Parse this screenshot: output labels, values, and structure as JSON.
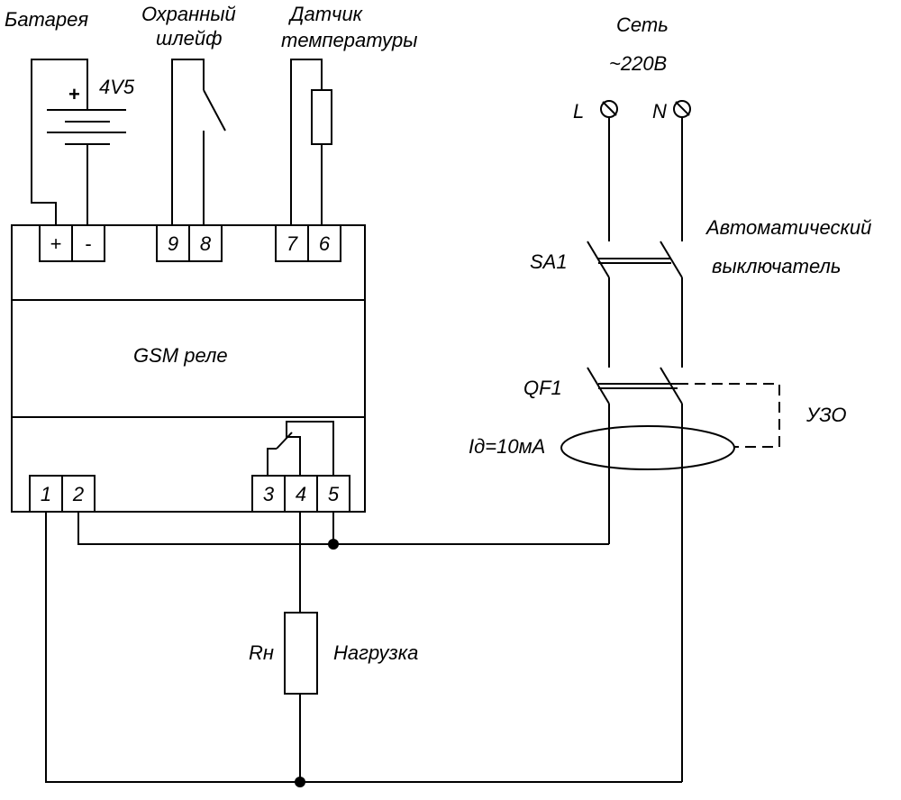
{
  "labels": {
    "battery": "Батарея",
    "loop_line1": "Охранный",
    "loop_line2": "шлейф",
    "sensor_line1": "Датчик",
    "sensor_line2": "температуры",
    "mains_line1": "Сеть",
    "mains_line2": "~220В",
    "line_L": "L",
    "line_N": "N",
    "battery_voltage": "4V5",
    "battery_plus": "+",
    "sa1": "SA1",
    "breaker_line1": "Автоматический",
    "breaker_line2": "выключатель",
    "qf1": "QF1",
    "rcd": "УЗО",
    "leak_current": "Iд=10мА",
    "relay": "GSM реле",
    "rload": "Rн",
    "load": "Нагрузка"
  },
  "terminals": {
    "top": [
      "+",
      "-",
      "9",
      "8",
      "7",
      "6"
    ],
    "bottom": [
      "1",
      "2",
      "3",
      "4",
      "5"
    ]
  }
}
